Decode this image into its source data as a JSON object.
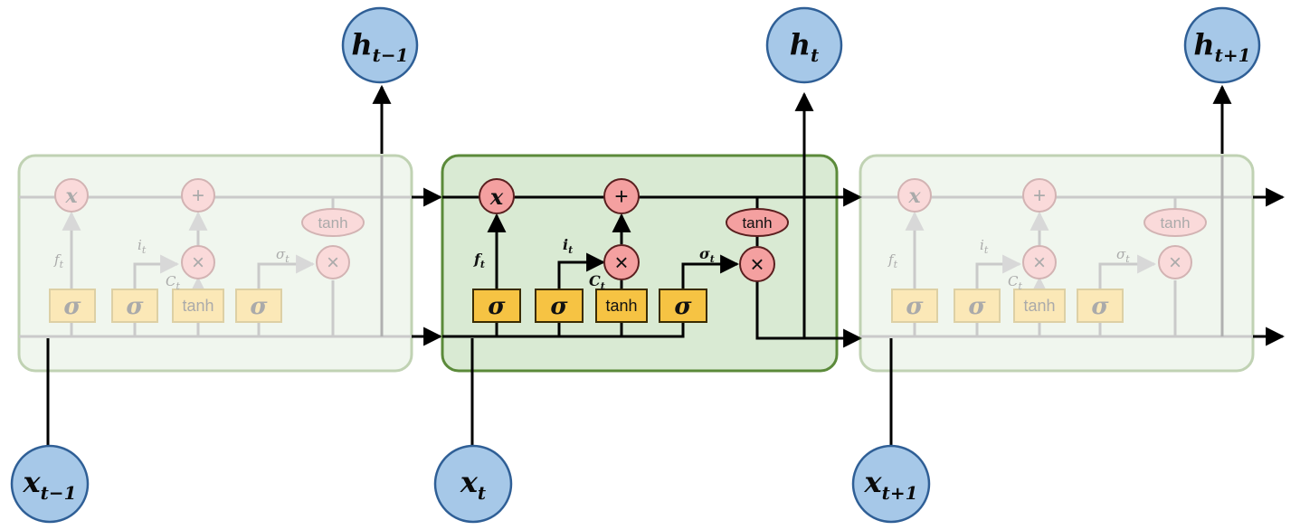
{
  "diagram": {
    "cells": [
      {
        "id": "prev",
        "gate_labels": {
          "sigma": "σ",
          "tanh_gate": "tanh",
          "tanh_op": "tanh",
          "forget_op": "x",
          "add_op": "+",
          "mult_op": "×"
        },
        "side_labels": {
          "f": "f",
          "f_sub": "t",
          "i": "i",
          "i_sub": "t",
          "c": "C",
          "c_sub": "t",
          "o": "σ",
          "o_sub": "t"
        },
        "input": {
          "base": "x",
          "sub": "t−1"
        },
        "output": {
          "base": "h",
          "sub": "t−1"
        }
      },
      {
        "id": "current",
        "gate_labels": {
          "sigma": "σ",
          "tanh_gate": "tanh",
          "tanh_op": "tanh",
          "forget_op": "x",
          "add_op": "+",
          "mult_op": "×"
        },
        "side_labels": {
          "f": "f",
          "f_sub": "t",
          "i": "i",
          "i_sub": "t",
          "c": "C",
          "c_sub": "t",
          "o": "σ",
          "o_sub": "t"
        },
        "input": {
          "base": "x",
          "sub": "t"
        },
        "output": {
          "base": "h",
          "sub": "t"
        }
      },
      {
        "id": "next",
        "gate_labels": {
          "sigma": "σ",
          "tanh_gate": "tanh",
          "tanh_op": "tanh",
          "forget_op": "x",
          "add_op": "+",
          "mult_op": "×"
        },
        "side_labels": {
          "f": "f",
          "f_sub": "t",
          "i": "i",
          "i_sub": "t",
          "c": "C",
          "c_sub": "t",
          "o": "σ",
          "o_sub": "t"
        },
        "input": {
          "base": "x",
          "sub": "t+1"
        },
        "output": {
          "base": "h",
          "sub": "t+1"
        }
      }
    ],
    "colors": {
      "cell_fill": "#d9ead3",
      "cell_stroke": "#5b8a3a",
      "gate_fill": "#f6c343",
      "op_fill": "#f4a0a0",
      "node_fill": "#a6c8e8",
      "node_stroke": "#2f5f96",
      "line": "#000000"
    }
  }
}
